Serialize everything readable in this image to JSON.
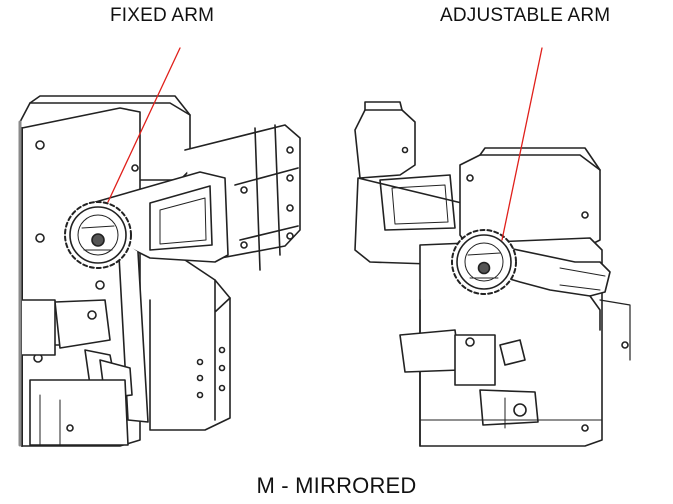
{
  "labels": {
    "fixed_arm": "FIXED ARM",
    "adjustable_arm": "ADJUSTABLE ARM",
    "caption": "M - MIRRORED"
  },
  "colors": {
    "leader_line": "#e0201b",
    "line_art": "#222222",
    "shade": "#8a8a8a"
  }
}
